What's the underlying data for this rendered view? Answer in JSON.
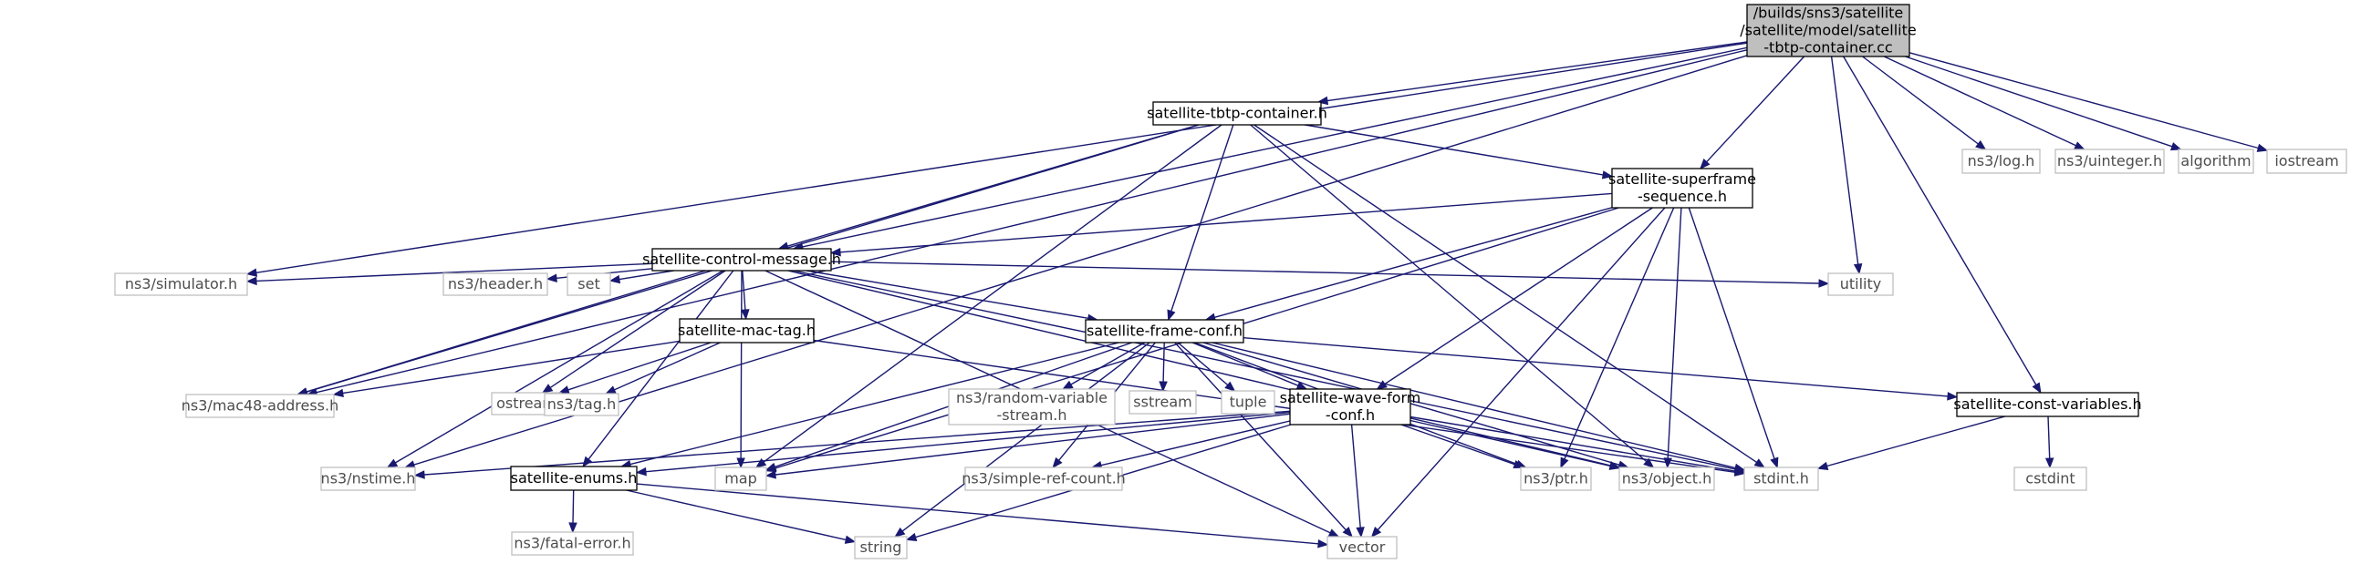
{
  "nodes": [
    {
      "id": "root",
      "lines": [
        "/builds/sns3/satellite",
        "/satellite/model/satellite",
        "-tbtp-container.cc"
      ],
      "kind": "root"
    },
    {
      "id": "tbtp",
      "lines": [
        "satellite-tbtp-container.h"
      ],
      "kind": "doc"
    },
    {
      "id": "superframe",
      "lines": [
        "satellite-superframe",
        "-sequence.h"
      ],
      "kind": "doc"
    },
    {
      "id": "ctrl",
      "lines": [
        "satellite-control-message.h"
      ],
      "kind": "doc"
    },
    {
      "id": "mactag",
      "lines": [
        "satellite-mac-tag.h"
      ],
      "kind": "doc"
    },
    {
      "id": "frameconf",
      "lines": [
        "satellite-frame-conf.h"
      ],
      "kind": "doc"
    },
    {
      "id": "waveform",
      "lines": [
        "satellite-wave-form",
        "-conf.h"
      ],
      "kind": "doc"
    },
    {
      "id": "constvars",
      "lines": [
        "satellite-const-variables.h"
      ],
      "kind": "doc"
    },
    {
      "id": "enums",
      "lines": [
        "satellite-enums.h"
      ],
      "kind": "doc"
    },
    {
      "id": "log",
      "lines": [
        "ns3/log.h"
      ],
      "kind": "sys"
    },
    {
      "id": "uinteger",
      "lines": [
        "ns3/uinteger.h"
      ],
      "kind": "sys"
    },
    {
      "id": "algorithm",
      "lines": [
        "algorithm"
      ],
      "kind": "sys"
    },
    {
      "id": "iostream",
      "lines": [
        "iostream"
      ],
      "kind": "sys"
    },
    {
      "id": "simulator",
      "lines": [
        "ns3/simulator.h"
      ],
      "kind": "sys"
    },
    {
      "id": "header",
      "lines": [
        "ns3/header.h"
      ],
      "kind": "sys"
    },
    {
      "id": "set",
      "lines": [
        "set"
      ],
      "kind": "sys"
    },
    {
      "id": "utility",
      "lines": [
        "utility"
      ],
      "kind": "sys"
    },
    {
      "id": "mac48",
      "lines": [
        "ns3/mac48-address.h"
      ],
      "kind": "sys"
    },
    {
      "id": "ostream",
      "lines": [
        "ostream"
      ],
      "kind": "sys"
    },
    {
      "id": "tag",
      "lines": [
        "ns3/tag.h"
      ],
      "kind": "sys"
    },
    {
      "id": "randvar",
      "lines": [
        "ns3/random-variable",
        "-stream.h"
      ],
      "kind": "sys"
    },
    {
      "id": "sstream",
      "lines": [
        "sstream"
      ],
      "kind": "sys"
    },
    {
      "id": "tuple",
      "lines": [
        "tuple"
      ],
      "kind": "sys"
    },
    {
      "id": "nstime",
      "lines": [
        "ns3/nstime.h"
      ],
      "kind": "sys"
    },
    {
      "id": "map",
      "lines": [
        "map"
      ],
      "kind": "sys"
    },
    {
      "id": "simpleref",
      "lines": [
        "ns3/simple-ref-count.h"
      ],
      "kind": "sys"
    },
    {
      "id": "ptr",
      "lines": [
        "ns3/ptr.h"
      ],
      "kind": "sys"
    },
    {
      "id": "object",
      "lines": [
        "ns3/object.h"
      ],
      "kind": "sys"
    },
    {
      "id": "stdint",
      "lines": [
        "stdint.h"
      ],
      "kind": "sys"
    },
    {
      "id": "cstdint",
      "lines": [
        "cstdint"
      ],
      "kind": "sys"
    },
    {
      "id": "fatalerror",
      "lines": [
        "ns3/fatal-error.h"
      ],
      "kind": "sys"
    },
    {
      "id": "string",
      "lines": [
        "string"
      ],
      "kind": "sys"
    },
    {
      "id": "vector",
      "lines": [
        "vector"
      ],
      "kind": "sys"
    }
  ],
  "edges": [
    [
      "root",
      "tbtp"
    ],
    [
      "root",
      "log"
    ],
    [
      "root",
      "uinteger"
    ],
    [
      "root",
      "algorithm"
    ],
    [
      "root",
      "iostream"
    ],
    [
      "root",
      "superframe"
    ],
    [
      "root",
      "ctrl"
    ],
    [
      "root",
      "utility"
    ],
    [
      "root",
      "constvars"
    ],
    [
      "root",
      "simulator"
    ],
    [
      "root",
      "mac48"
    ],
    [
      "root",
      "nstime"
    ],
    [
      "tbtp",
      "superframe"
    ],
    [
      "tbtp",
      "ctrl"
    ],
    [
      "tbtp",
      "frameconf"
    ],
    [
      "tbtp",
      "mac48"
    ],
    [
      "tbtp",
      "map"
    ],
    [
      "tbtp",
      "object"
    ],
    [
      "tbtp",
      "stdint"
    ],
    [
      "superframe",
      "ctrl"
    ],
    [
      "superframe",
      "frameconf"
    ],
    [
      "superframe",
      "waveform"
    ],
    [
      "superframe",
      "map"
    ],
    [
      "superframe",
      "ptr"
    ],
    [
      "superframe",
      "object"
    ],
    [
      "superframe",
      "stdint"
    ],
    [
      "superframe",
      "vector"
    ],
    [
      "ctrl",
      "simulator"
    ],
    [
      "ctrl",
      "header"
    ],
    [
      "ctrl",
      "set"
    ],
    [
      "ctrl",
      "mactag"
    ],
    [
      "ctrl",
      "frameconf"
    ],
    [
      "ctrl",
      "utility"
    ],
    [
      "ctrl",
      "mac48"
    ],
    [
      "ctrl",
      "ostream"
    ],
    [
      "ctrl",
      "nstime"
    ],
    [
      "ctrl",
      "enums"
    ],
    [
      "ctrl",
      "map"
    ],
    [
      "ctrl",
      "vector"
    ],
    [
      "ctrl",
      "object"
    ],
    [
      "ctrl",
      "stdint"
    ],
    [
      "mactag",
      "mac48"
    ],
    [
      "mactag",
      "ostream"
    ],
    [
      "mactag",
      "tag"
    ],
    [
      "mactag",
      "stdint"
    ],
    [
      "frameconf",
      "waveform"
    ],
    [
      "frameconf",
      "constvars"
    ],
    [
      "frameconf",
      "randvar"
    ],
    [
      "frameconf",
      "sstream"
    ],
    [
      "frameconf",
      "tuple"
    ],
    [
      "frameconf",
      "enums"
    ],
    [
      "frameconf",
      "map"
    ],
    [
      "frameconf",
      "string"
    ],
    [
      "frameconf",
      "simpleref"
    ],
    [
      "frameconf",
      "vector"
    ],
    [
      "frameconf",
      "ptr"
    ],
    [
      "frameconf",
      "object"
    ],
    [
      "frameconf",
      "stdint"
    ],
    [
      "waveform",
      "enums"
    ],
    [
      "waveform",
      "nstime"
    ],
    [
      "waveform",
      "map"
    ],
    [
      "waveform",
      "simpleref"
    ],
    [
      "waveform",
      "ptr"
    ],
    [
      "waveform",
      "object"
    ],
    [
      "waveform",
      "stdint"
    ],
    [
      "waveform",
      "string"
    ],
    [
      "waveform",
      "vector"
    ],
    [
      "constvars",
      "stdint"
    ],
    [
      "constvars",
      "cstdint"
    ],
    [
      "enums",
      "fatalerror"
    ],
    [
      "enums",
      "string"
    ],
    [
      "enums",
      "vector"
    ]
  ]
}
